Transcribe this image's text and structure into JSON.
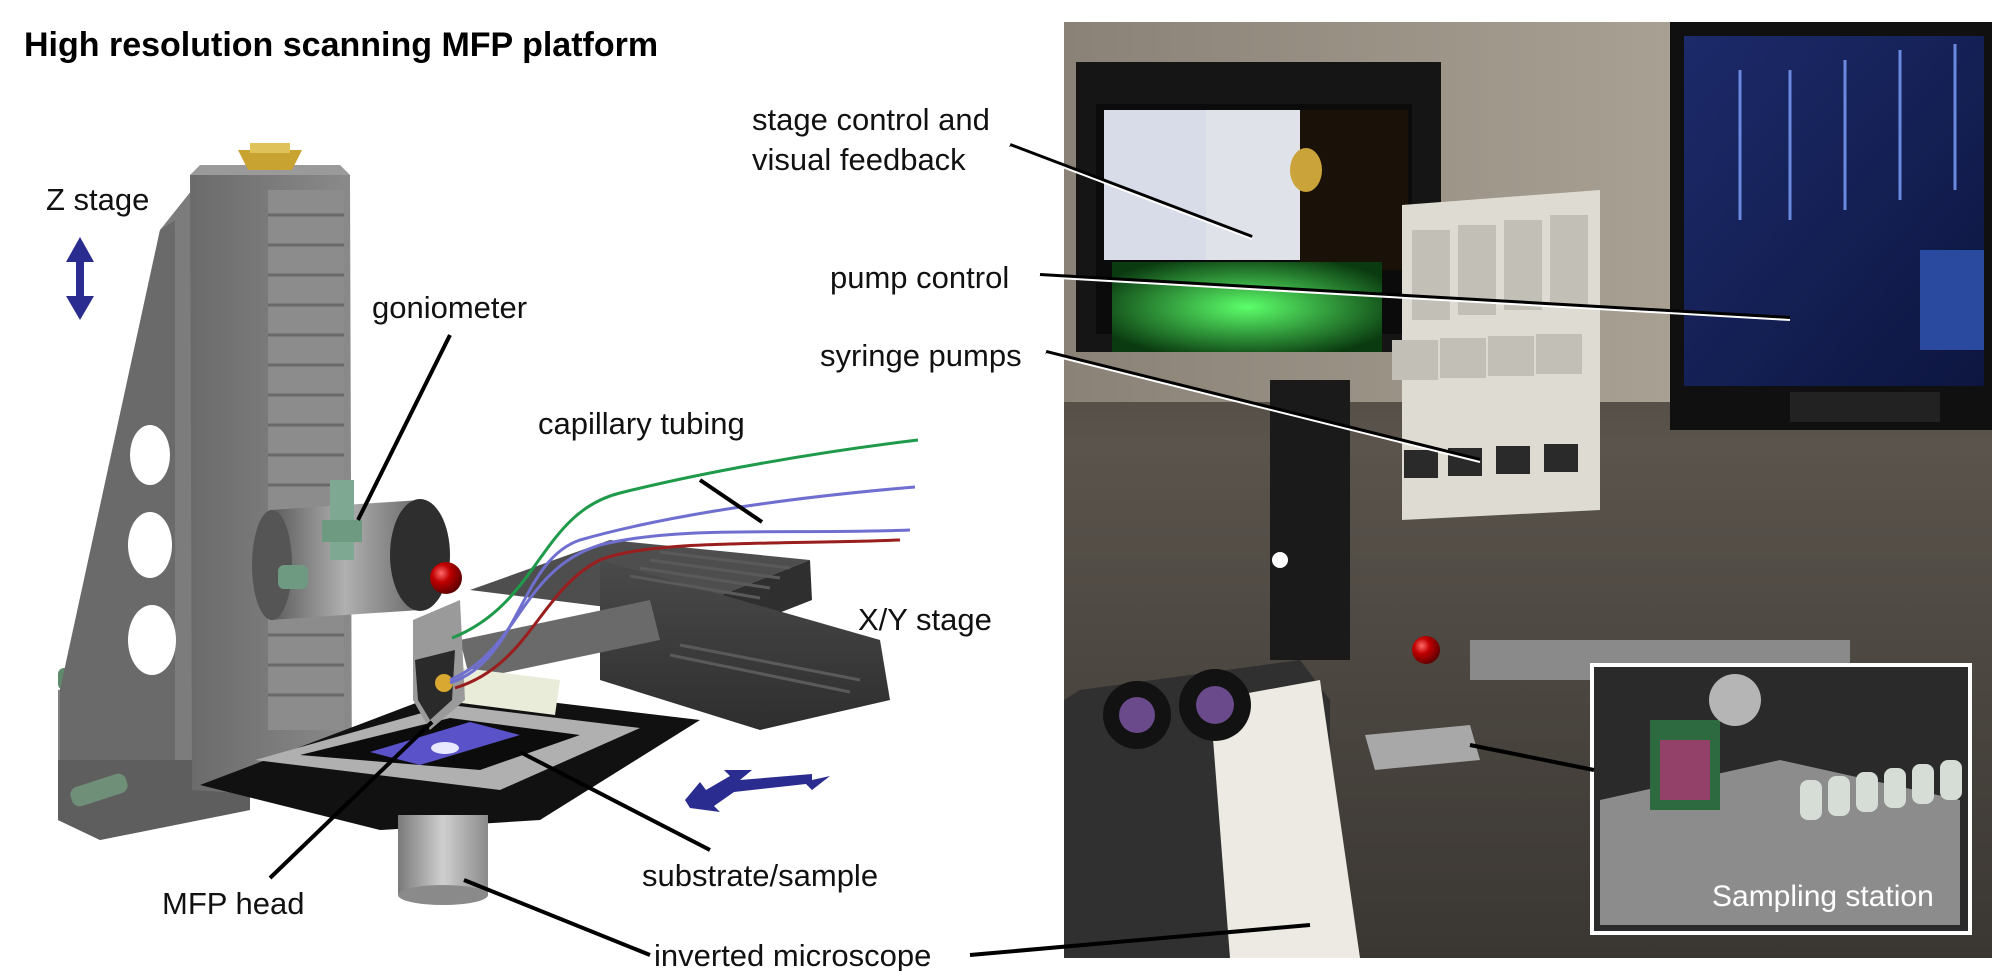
{
  "title": "High resolution scanning MFP platform",
  "labels": {
    "z_stage": "Z stage",
    "goniometer": "goniometer",
    "capillary_tubing": "capillary tubing",
    "xy_stage": "X/Y stage",
    "mfp_head": "MFP head",
    "substrate_sample": "substrate/sample",
    "inverted_microscope": "inverted microscope",
    "stage_control_line1": "stage control and",
    "stage_control_line2": "visual feedback",
    "pump_control": "pump control",
    "syringe_pumps": "syringe pumps",
    "sampling_station": "Sampling station"
  },
  "colors": {
    "arrow": "#2b2c8f",
    "tube_green": "#1e9a4a",
    "tube_blue": "#6f6fd0",
    "tube_red": "#9a1e1e",
    "metal_dark": "#5e5e5e",
    "metal_light": "#9a9a9a",
    "screen_blue": "#1a3a8a"
  }
}
